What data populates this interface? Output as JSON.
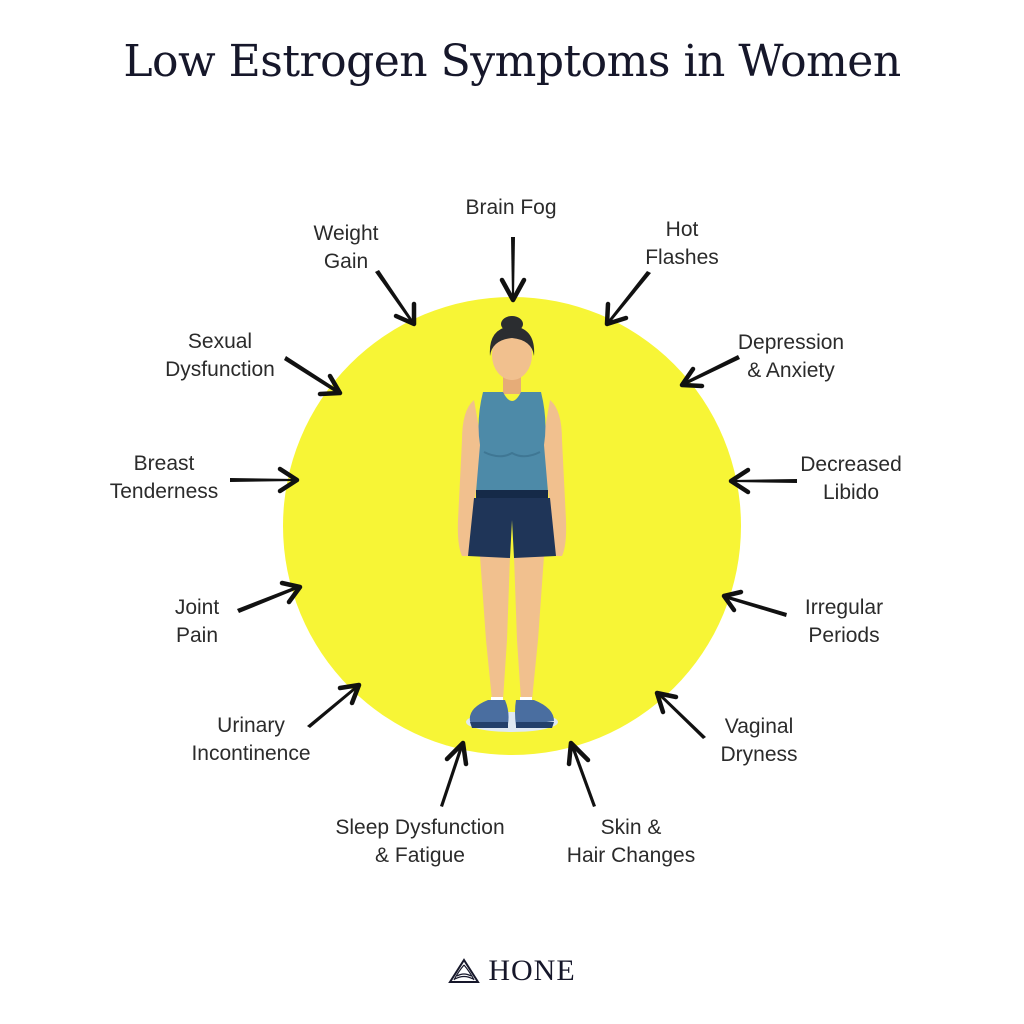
{
  "title": "Low Estrogen Symptoms in Women",
  "colors": {
    "circle": "#f7f536",
    "text": "#2b2b2b",
    "title": "#16172a",
    "arrow": "#111111",
    "skin": "#f1c08e",
    "hair": "#2b2d30",
    "tank_top": "#4d8aa8",
    "shorts": "#1f3558",
    "shoes": "#4a6ea0"
  },
  "diagram": {
    "center_figure": "woman-standing",
    "symptoms": [
      {
        "id": "brain-fog",
        "label": "Brain Fog"
      },
      {
        "id": "hot-flashes",
        "label": "Hot\nFlashes"
      },
      {
        "id": "depression-anxiety",
        "label": "Depression\n& Anxiety"
      },
      {
        "id": "decreased-libido",
        "label": "Decreased\nLibido"
      },
      {
        "id": "irregular-periods",
        "label": "Irregular\nPeriods"
      },
      {
        "id": "vaginal-dryness",
        "label": "Vaginal\nDryness"
      },
      {
        "id": "skin-hair-changes",
        "label": "Skin &\nHair Changes"
      },
      {
        "id": "sleep-dysfunction-fatigue",
        "label": "Sleep Dysfunction\n& Fatigue"
      },
      {
        "id": "urinary-incontinence",
        "label": "Urinary\nIncontinence"
      },
      {
        "id": "joint-pain",
        "label": "Joint\nPain"
      },
      {
        "id": "breast-tenderness",
        "label": "Breast\nTenderness"
      },
      {
        "id": "sexual-dysfunction",
        "label": "Sexual\nDysfunction"
      },
      {
        "id": "weight-gain",
        "label": "Weight\nGain"
      }
    ]
  },
  "brand": {
    "name": "HONE",
    "logo_icon": "layered-triangle-icon"
  }
}
